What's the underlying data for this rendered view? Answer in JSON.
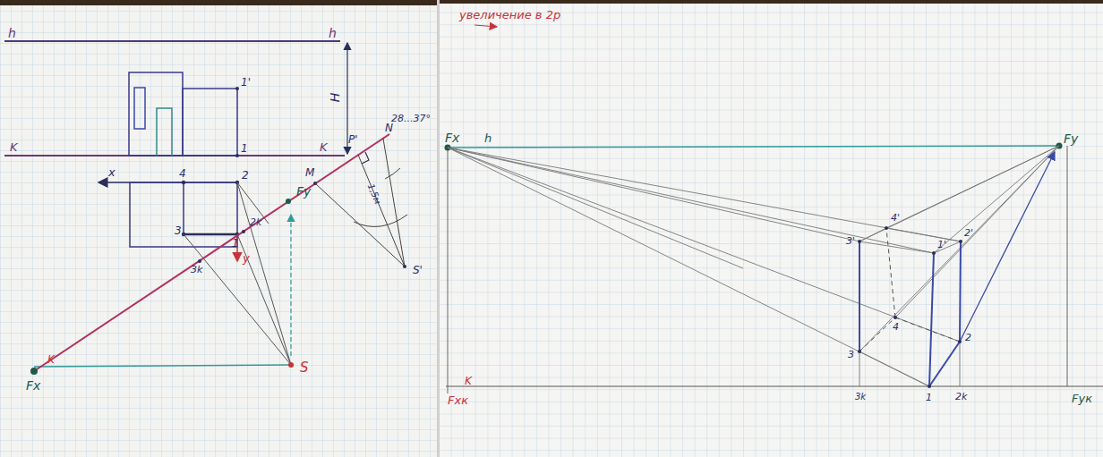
{
  "diagram": {
    "labels": [
      "h",
      "h",
      "H",
      "1'",
      "1",
      "K",
      "K",
      "P'",
      "N",
      "M",
      "28...37°",
      "1,5м",
      "S'",
      "x",
      "4",
      "2",
      "Fy",
      "3",
      "1",
      "2k",
      "y",
      "3k",
      "K",
      "Fx",
      "S",
      "увеличение в 2р",
      "Fx",
      "h",
      "Fy",
      "4'",
      "3'",
      "1'",
      "2'",
      "4",
      "3",
      "2",
      "K",
      "Fxк",
      "3k",
      "1",
      "2k",
      "Fyк"
    ]
  }
}
